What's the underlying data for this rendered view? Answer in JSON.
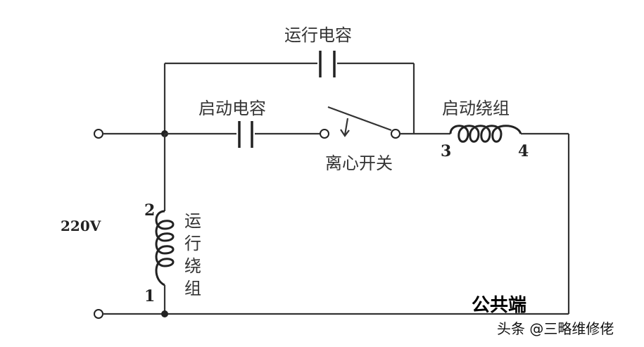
{
  "diagram": {
    "run_capacitor_label": "运行电容",
    "start_capacitor_label": "启动电容",
    "centrifugal_switch_label": "离心开关",
    "start_winding_label": "启动绕组",
    "start_winding_terminal_a": "3",
    "start_winding_terminal_b": "4",
    "run_winding_label": [
      "运",
      "行",
      "绕",
      "组"
    ],
    "run_winding_terminal_top": "2",
    "run_winding_terminal_bottom": "1",
    "supply_voltage": "220V",
    "common_terminal_label": "公共端"
  },
  "watermark": "头条 @三略维修佬"
}
